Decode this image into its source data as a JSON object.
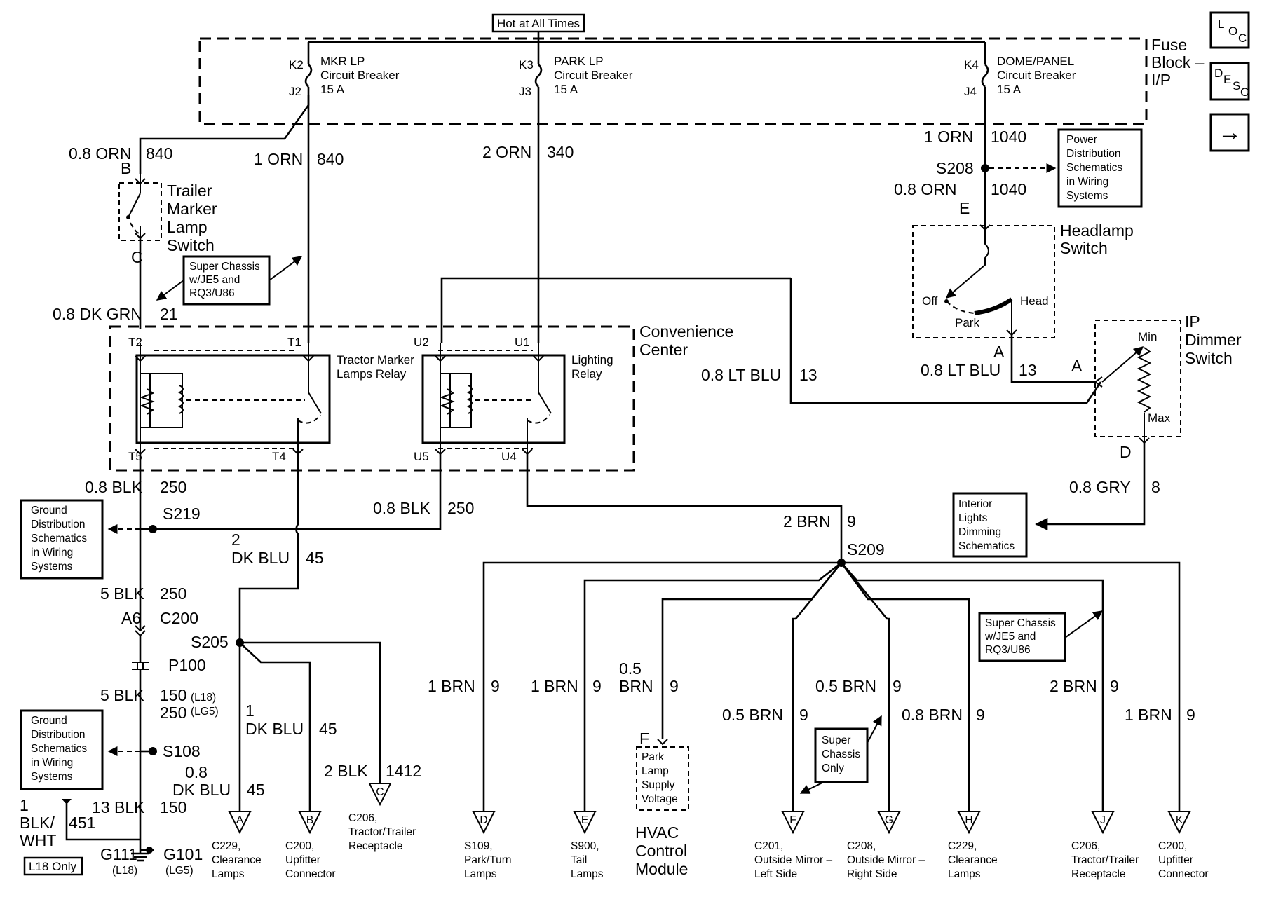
{
  "hot": "Hot at All Times",
  "nav": {
    "loc": [
      "L",
      "O",
      "C"
    ],
    "desc": [
      "D",
      "E",
      "S",
      "C"
    ],
    "next": "→"
  },
  "fuse_block": [
    "Fuse",
    "Block –",
    "I/P"
  ],
  "breakers": [
    {
      "k": "K2",
      "j": "J2",
      "l1": "MKR LP",
      "l2": "Circuit Breaker",
      "l3": "15 A"
    },
    {
      "k": "K3",
      "j": "J3",
      "l1": "PARK LP",
      "l2": "Circuit Breaker",
      "l3": "15 A"
    },
    {
      "k": "K4",
      "j": "J4",
      "l1": "DOME/PANEL",
      "l2": "Circuit Breaker",
      "l3": "15 A"
    }
  ],
  "wires": {
    "w_orn08": "0.8 ORN",
    "w_840a": "840",
    "w_orn1": "1 ORN",
    "w_840b": "840",
    "w_orn2": "2 ORN",
    "w_340": "340",
    "w_orn1b": "1 ORN",
    "w_1040a": "1040",
    "w_orn08b": "0.8 ORN",
    "w_1040b": "1040",
    "w_dkgrn": "0.8 DK GRN",
    "w_21": "21",
    "w_ltblu1": "0.8 LT BLU",
    "w_13a": "13",
    "w_ltblu2": "0.8 LT BLU",
    "w_13b": "13",
    "w_gry": "0.8 GRY",
    "w_8": "8",
    "w_blk08": "0.8 BLK",
    "w_250a": "250",
    "w_blk08b": "0.8 BLK",
    "w_250b": "250",
    "w_brn2": "2 BRN",
    "w_9a": "9",
    "w_dkblu2a": "2",
    "w_dkblu2b": "DK BLU",
    "w_45a": "45",
    "w_blk5": "5 BLK",
    "w_250c": "250",
    "w_blk5b": "5 BLK",
    "w_150": "150",
    "w_l18": "(L18)",
    "w_250d": "250",
    "w_lg5": "(LG5)",
    "w_dkblu1a": "1",
    "w_dkblu1b": "DK BLU",
    "w_45b": "45",
    "w_dkblu08a": "0.8",
    "w_dkblu08b": "DK BLU",
    "w_45c": "45",
    "w_blk2": "2 BLK",
    "w_1412": "1412",
    "w_blk13": "13 BLK",
    "w_150b": "150",
    "w_blkwht1": "1",
    "w_blkwht2": "BLK/",
    "w_blkwht3": "WHT",
    "w_451": "451",
    "b1": "1 BRN",
    "b1n": "9",
    "b2": "1 BRN",
    "b2n": "9",
    "b3a": "0.5",
    "b3b": "BRN",
    "b3n": "9",
    "b4": "0.5 BRN",
    "b4n": "9",
    "b5": "0.5 BRN",
    "b5n": "9",
    "b6": "0.8 BRN",
    "b6n": "9",
    "b7": "2 BRN",
    "b7n": "9",
    "b8": "1 BRN",
    "b8n": "9"
  },
  "terms": {
    "B": "B",
    "C": "C",
    "E": "E",
    "A1": "A",
    "A2": "A",
    "D": "D",
    "F": "F",
    "T2": "T2",
    "T1": "T1",
    "U2": "U2",
    "U1": "U1",
    "T5": "T5",
    "T4": "T4",
    "U5": "U5",
    "U4": "U4",
    "A6": "A6",
    "C200": "C200",
    "P100": "P100",
    "Off": "Off",
    "Head": "Head",
    "Park": "Park",
    "Min": "Min",
    "Max": "Max"
  },
  "splices": {
    "S208": "S208",
    "S219": "S219",
    "S209": "S209",
    "S205": "S205",
    "S108": "S108",
    "G111": "G111",
    "G101": "G101",
    "G111s": "(L18)",
    "G101s": "(LG5)"
  },
  "components": {
    "trailer_switch": [
      "Trailer",
      "Marker",
      "Lamp",
      "Switch"
    ],
    "headlamp_switch": [
      "Headlamp",
      "Switch"
    ],
    "ip_dimmer": [
      "IP",
      "Dimmer",
      "Switch"
    ],
    "conv_center": [
      "Convenience",
      "Center"
    ],
    "tractor_relay": [
      "Tractor Marker",
      "Lamps Relay"
    ],
    "lighting_relay": [
      "Lighting",
      "Relay"
    ],
    "hvac": [
      "HVAC",
      "Control",
      "Module"
    ],
    "park_supply": [
      "Park",
      "Lamp",
      "Supply",
      "Voltage"
    ]
  },
  "notes": {
    "power_dist": [
      "Power",
      "Distribution",
      "Schematics",
      "in Wiring",
      "Systems"
    ],
    "ground1": [
      "Ground",
      "Distribution",
      "Schematics",
      "in Wiring",
      "Systems"
    ],
    "ground2": [
      "Ground",
      "Distribution",
      "Schematics",
      "in Wiring",
      "Systems"
    ],
    "super1": [
      "Super Chassis",
      "w/JE5 and",
      "RQ3/U86"
    ],
    "super2": [
      "Super Chassis",
      "w/JE5 and",
      "RQ3/U86"
    ],
    "super3": [
      "Super",
      "Chassis",
      "Only"
    ],
    "interior": [
      "Interior",
      "Lights",
      "Dimming",
      "Schematics"
    ],
    "l18only": "L18 Only"
  },
  "connectors": [
    {
      "id": "A",
      "l": [
        "C229,",
        "Clearance",
        "Lamps"
      ]
    },
    {
      "id": "B",
      "l": [
        "C200,",
        "Upfitter",
        "Connector"
      ]
    },
    {
      "id": "C",
      "l": [
        "C206,",
        "Tractor/Trailer",
        "Receptacle"
      ]
    },
    {
      "id": "D",
      "l": [
        "S109,",
        "Park/Turn",
        "Lamps"
      ]
    },
    {
      "id": "E",
      "l": [
        "S900,",
        "Tail",
        "Lamps"
      ]
    },
    {
      "id": "F",
      "l": [
        "C201,",
        "Outside Mirror –",
        "Left Side"
      ]
    },
    {
      "id": "G",
      "l": [
        "C208,",
        "Outside Mirror –",
        "Right Side"
      ]
    },
    {
      "id": "H",
      "l": [
        "C229,",
        "Clearance",
        "Lamps"
      ]
    },
    {
      "id": "J",
      "l": [
        "C206,",
        "Tractor/Trailer",
        "Receptacle"
      ]
    },
    {
      "id": "K",
      "l": [
        "C200,",
        "Upfitter",
        "Connector"
      ]
    }
  ]
}
